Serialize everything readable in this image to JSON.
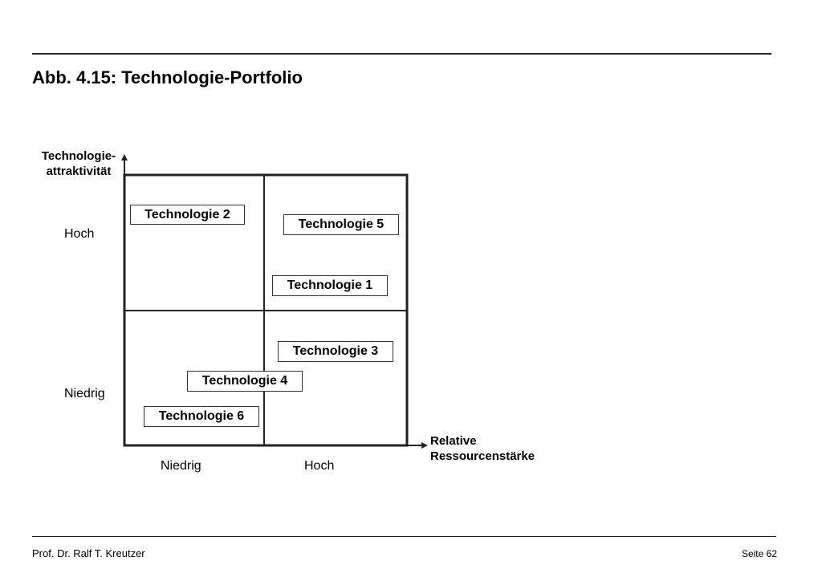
{
  "title": "Abb. 4.15: Technologie-Portfolio",
  "y_axis": {
    "title_line1": "Technologie-",
    "title_line2": "attraktivität",
    "tick_high": "Hoch",
    "tick_low": "Niedrig"
  },
  "x_axis": {
    "title_line1": "Relative",
    "title_line2": "Ressourcenstärke",
    "tick_low": "Niedrig",
    "tick_high": "Hoch"
  },
  "technologies": {
    "t1": "Technologie 1",
    "t2": "Technologie 2",
    "t3": "Technologie 3",
    "t4": "Technologie 4",
    "t5": "Technologie 5",
    "t6": "Technologie 6"
  },
  "footer": {
    "author": "Prof. Dr. Ralf T. Kreutzer",
    "page": "Seite 62"
  }
}
